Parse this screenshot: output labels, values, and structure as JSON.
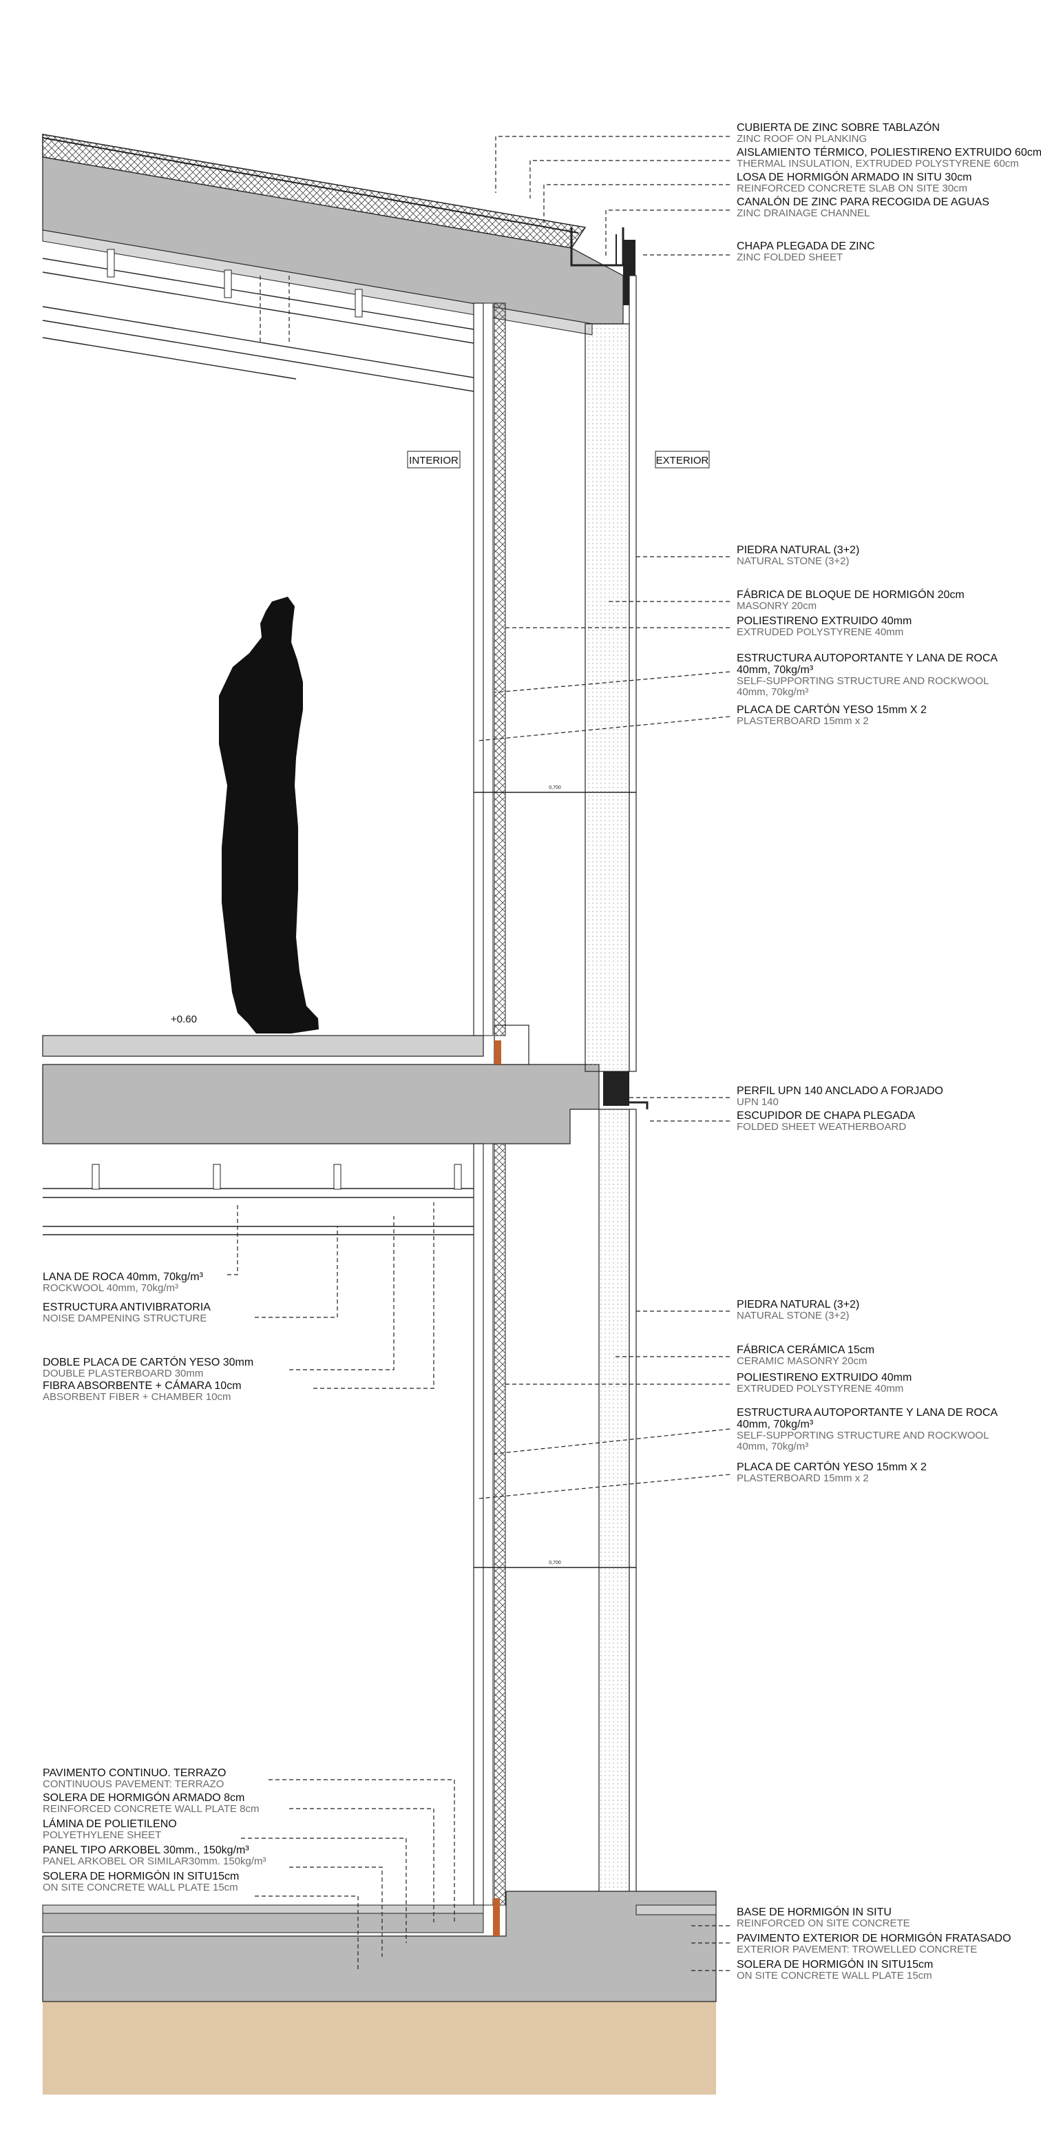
{
  "tags": {
    "interior": "INTERIOR",
    "exterior": "EXTERIOR",
    "level": "+0.60"
  },
  "dims": {
    "upper": "0,700",
    "lower": "0,700"
  },
  "colors": {
    "concrete": "#b9b9b9",
    "concrete_light": "#d0d0d0",
    "ground": "#e0c7a8",
    "figure": "#111111",
    "copper": "#c0622b",
    "dark": "#222222"
  },
  "right_labels": [
    {
      "es": "CUBIERTA DE ZINC SOBRE TABLAZÓN",
      "en": "ZINC ROOF ON PLANKING"
    },
    {
      "es": "AISLAMIENTO TÉRMICO, POLIESTIRENO EXTRUIDO 60cm",
      "en": "THERMAL INSULATION, EXTRUDED POLYSTYRENE 60cm"
    },
    {
      "es": "LOSA DE HORMIGÓN ARMADO IN SITU 30cm",
      "en": "REINFORCED CONCRETE SLAB ON SITE 30cm"
    },
    {
      "es": "CANALÓN DE ZINC PARA RECOGIDA DE AGUAS",
      "en": "ZINC DRAINAGE CHANNEL"
    },
    {
      "es": "CHAPA PLEGADA DE ZINC",
      "en": "ZINC FOLDED SHEET"
    },
    {
      "es": "PIEDRA NATURAL (3+2)",
      "en": "NATURAL STONE (3+2)"
    },
    {
      "es": "FÁBRICA DE BLOQUE DE HORMIGÓN 20cm",
      "en": "MASONRY 20cm"
    },
    {
      "es": "POLIESTIRENO EXTRUIDO 40mm",
      "en": "EXTRUDED POLYSTYRENE 40mm"
    },
    {
      "es": "ESTRUCTURA AUTOPORTANTE Y LANA DE ROCA",
      "es2": "40mm, 70kg/m³",
      "en": "SELF-SUPPORTING STRUCTURE AND ROCKWOOL",
      "en2": "40mm, 70kg/m³"
    },
    {
      "es": "PLACA DE CARTÓN YESO 15mm X 2",
      "en": "PLASTERBOARD 15mm x 2"
    },
    {
      "es": "PERFIL UPN 140 ANCLADO A FORJADO",
      "en": "UPN 140"
    },
    {
      "es": "ESCUPIDOR DE CHAPA PLEGADA",
      "en": "FOLDED SHEET WEATHERBOARD"
    },
    {
      "es": "PIEDRA NATURAL (3+2)",
      "en": "NATURAL STONE (3+2)"
    },
    {
      "es": "FÁBRICA CERÁMICA 15cm",
      "en": "CERAMIC MASONRY 20cm"
    },
    {
      "es": "POLIESTIRENO EXTRUIDO 40mm",
      "en": "EXTRUDED POLYSTYRENE 40mm"
    },
    {
      "es": "ESTRUCTURA AUTOPORTANTE Y LANA DE ROCA",
      "es2": "40mm, 70kg/m³",
      "en": "SELF-SUPPORTING STRUCTURE AND ROCKWOOL",
      "en2": "40mm, 70kg/m³"
    },
    {
      "es": "PLACA DE CARTÓN YESO 15mm X 2",
      "en": "PLASTERBOARD 15mm x 2"
    },
    {
      "es": "BASE DE HORMIGÓN IN SITU",
      "en": "REINFORCED ON SITE CONCRETE"
    },
    {
      "es": "PAVIMENTO EXTERIOR DE HORMIGÓN FRATASADO",
      "en": "EXTERIOR PAVEMENT: TROWELLED CONCRETE"
    },
    {
      "es": "SOLERA DE HORMIGÓN IN SITU15cm",
      "en": "ON SITE CONCRETE WALL PLATE 15cm"
    }
  ],
  "left_labels": [
    {
      "es": "LANA DE ROCA 40mm, 70kg/m³",
      "en": "ROCKWOOL 40mm, 70kg/m³"
    },
    {
      "es": "ESTRUCTURA ANTIVIBRATORIA",
      "en": "NOISE DAMPENING STRUCTURE"
    },
    {
      "es": "DOBLE PLACA DE CARTÓN YESO 30mm",
      "en": "DOUBLE PLASTERBOARD 30mm"
    },
    {
      "es": "FIBRA ABSORBENTE + CÁMARA 10cm",
      "en": "ABSORBENT FIBER + CHAMBER 10cm"
    },
    {
      "es": "PAVIMENTO CONTINUO. TERRAZO",
      "en": "CONTINUOUS PAVEMENT: TERRAZO"
    },
    {
      "es": "SOLERA DE HORMIGÓN ARMADO 8cm",
      "en": "REINFORCED CONCRETE WALL PLATE 8cm"
    },
    {
      "es": "LÁMINA DE POLIETILENO",
      "en": "POLYETHYLENE SHEET"
    },
    {
      "es": "PANEL TIPO ARKOBEL 30mm., 150kg/m³",
      "en": "PANEL ARKOBEL OR SIMILAR30mm. 150kg/m³"
    },
    {
      "es": "SOLERA DE HORMIGÓN IN SITU15cm",
      "en": "ON SITE CONCRETE WALL PLATE 15cm"
    }
  ]
}
